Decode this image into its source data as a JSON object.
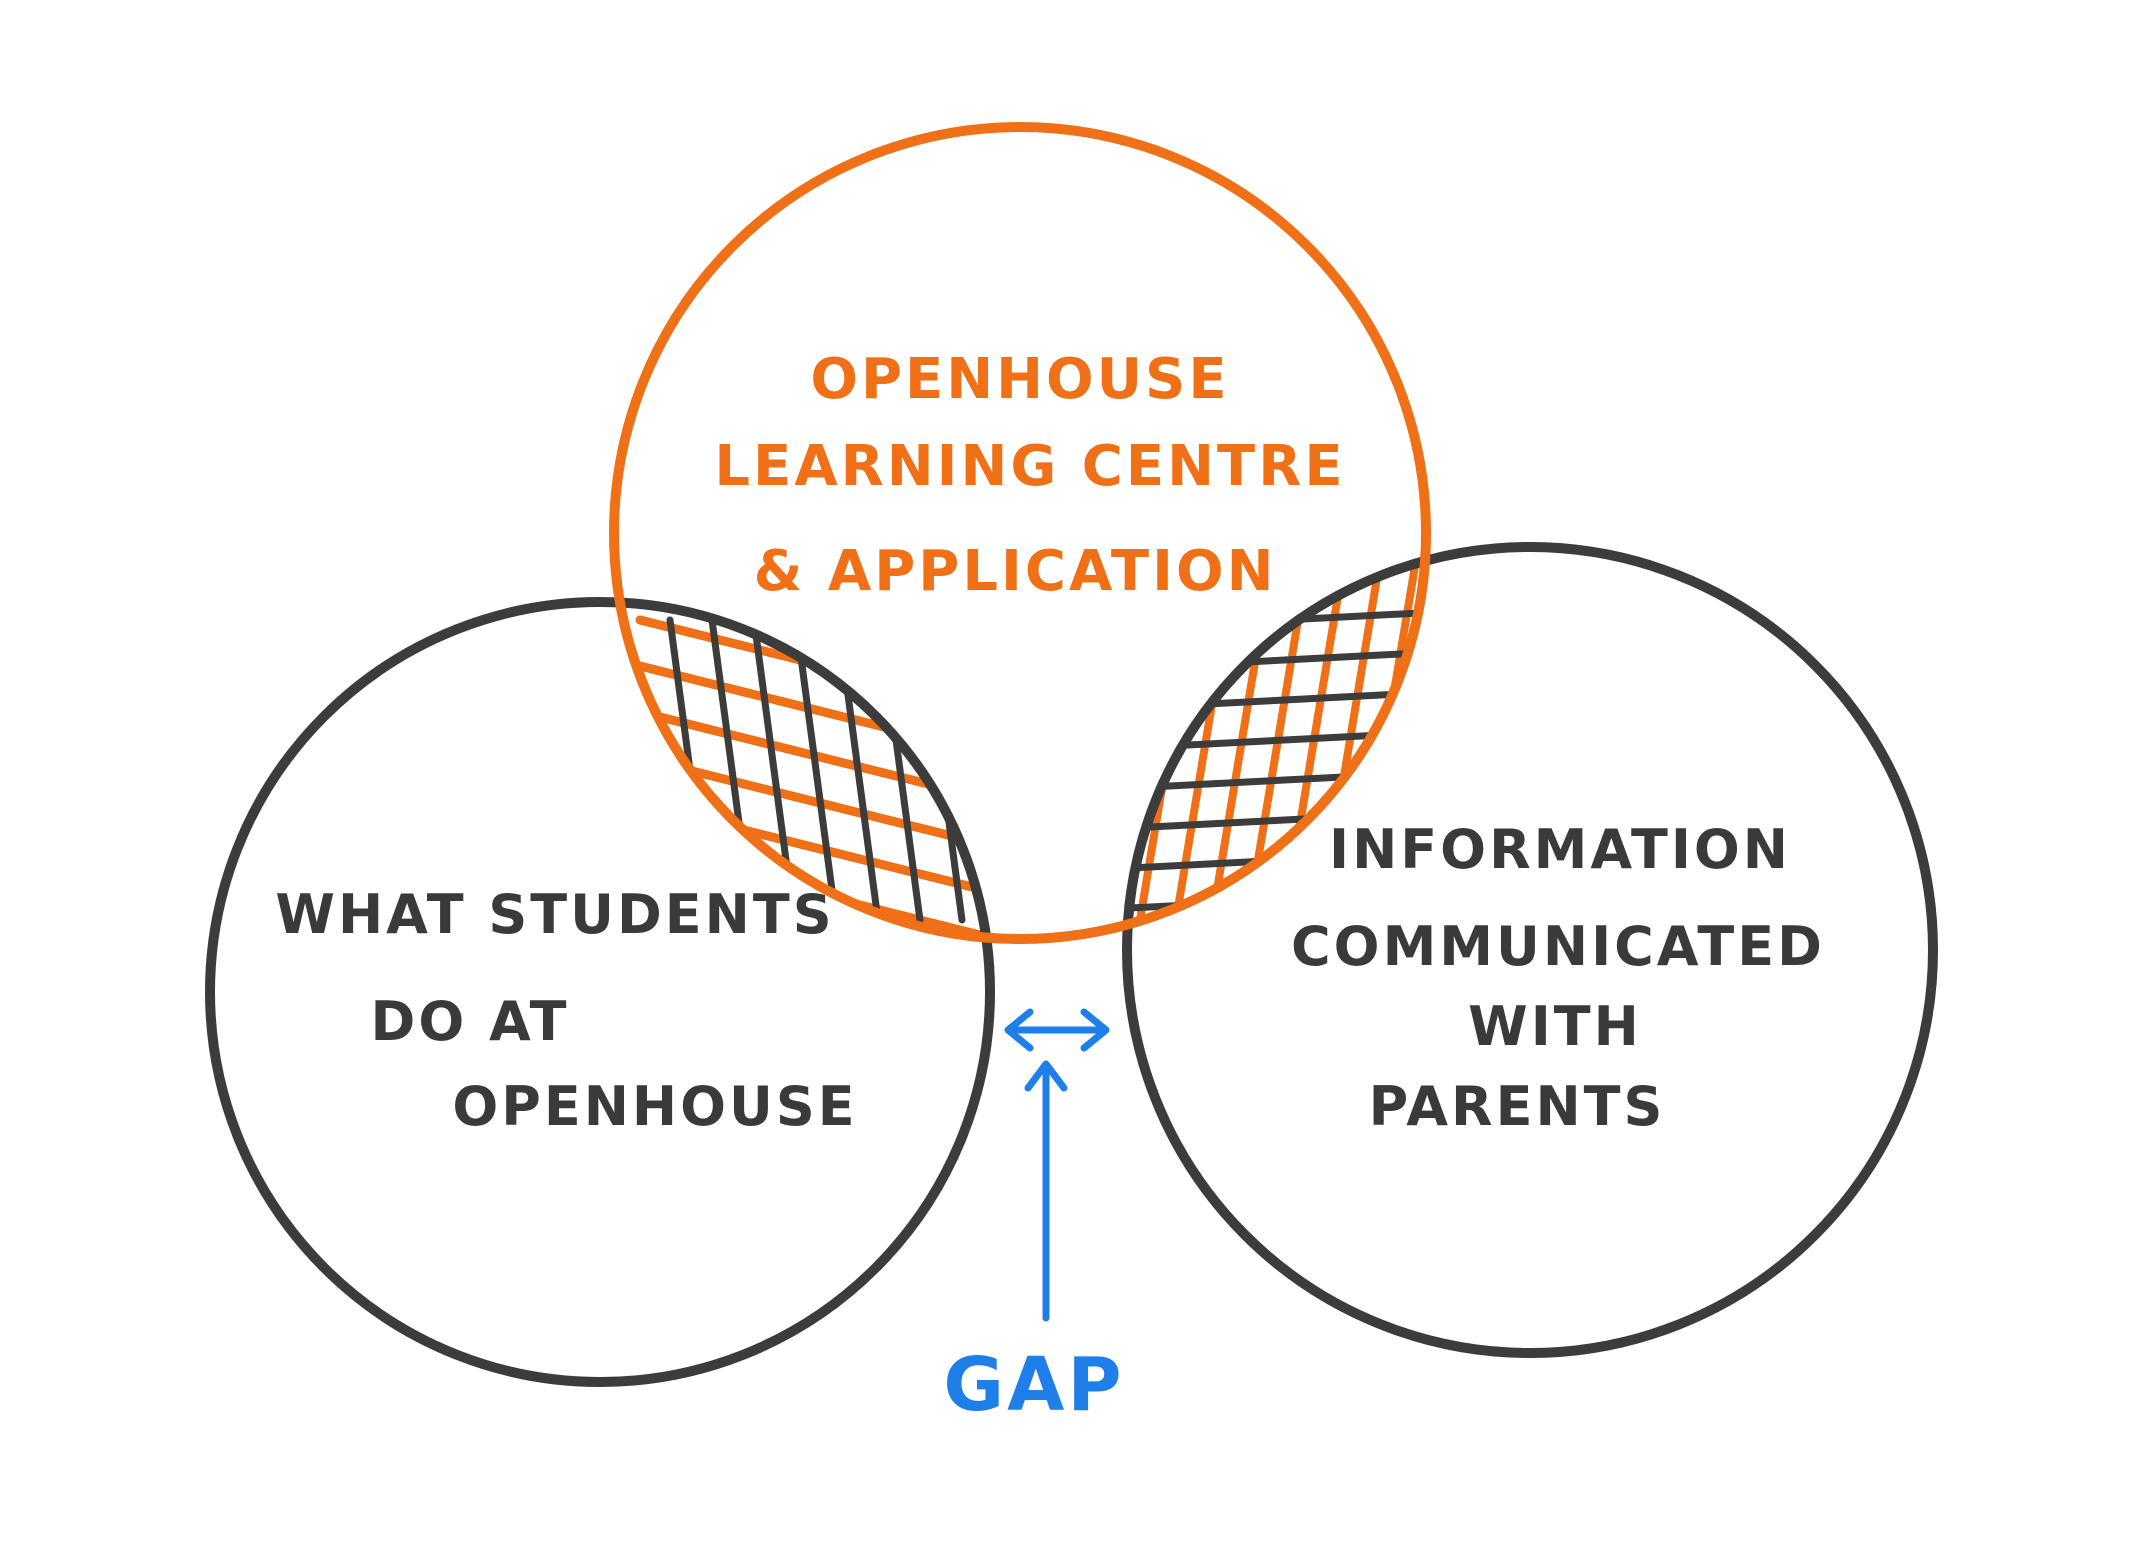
{
  "colors": {
    "orange": "#f07018",
    "dark": "#3c3c3c",
    "blue": "#1f7fe8",
    "background": "#ffffff"
  },
  "diagram": {
    "top_circle": {
      "lines": [
        "OPENHOUSE",
        "LEARNING CENTRE",
        "& APPLICATION"
      ]
    },
    "left_circle": {
      "lines": [
        "WHAT STUDENTS",
        "DO AT",
        "OPENHOUSE"
      ]
    },
    "right_circle": {
      "lines": [
        "INFORMATION",
        "COMMUNICATED",
        "WITH",
        "PARENTS"
      ]
    },
    "gap_label": "GAP"
  }
}
